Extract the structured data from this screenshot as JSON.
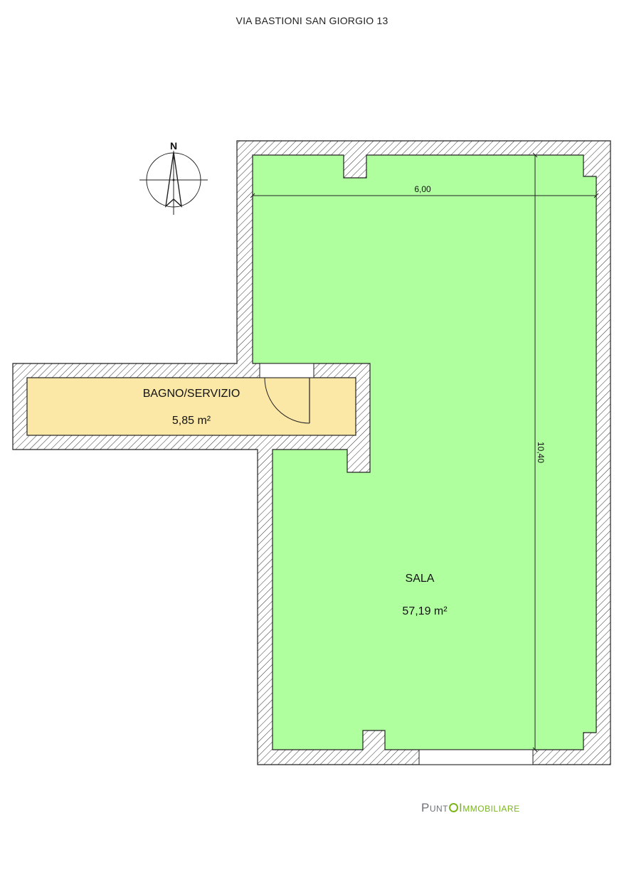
{
  "header": {
    "address": "VIA BASTIONI SAN GIORGIO 13"
  },
  "compass": {
    "north_label": "N"
  },
  "rooms": [
    {
      "name": "BAGNO/SERVIZIO",
      "area": "5,85 m²",
      "color": "#fbe8a6"
    },
    {
      "name": "SALA",
      "area": "57,19 m²",
      "color": "#b0ff9f"
    }
  ],
  "dimensions": {
    "width": "6,00",
    "length": "10,40"
  },
  "brand": {
    "part1": "Punt",
    "part2": "Immobiliare",
    "color_grey": "#6f7378",
    "color_green": "#7ab51d"
  }
}
